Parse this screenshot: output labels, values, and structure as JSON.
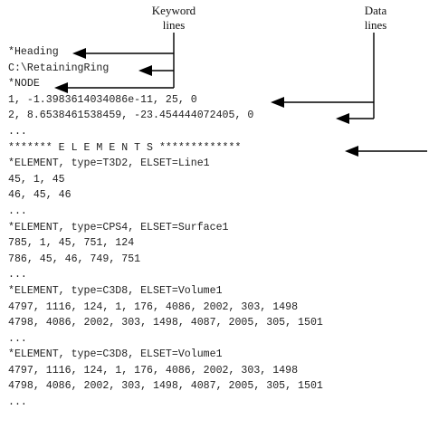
{
  "annotations": {
    "keyword_lines": [
      "Keyword",
      "lines"
    ],
    "data_lines": [
      "Data",
      "lines"
    ]
  },
  "code_lines": [
    "*Heading",
    "C:\\RetainingRing",
    "*NODE",
    "1, -1.3983614034086e-11, 25, 0",
    "2, 8.6538461538459, -23.454444072405, 0",
    "...",
    "******* E L E M E N T S *************",
    "*ELEMENT, type=T3D2, ELSET=Line1",
    "45, 1, 45",
    "46, 45, 46",
    "...",
    "*ELEMENT, type=CPS4, ELSET=Surface1",
    "785, 1, 45, 751, 124",
    "786, 45, 46, 749, 751",
    "...",
    "*ELEMENT, type=C3D8, ELSET=Volume1",
    "4797, 1116, 124, 1, 176, 4086, 2002, 303, 1498",
    "4798, 4086, 2002, 303, 1498, 4087, 2005, 305, 1501",
    "...",
    "*ELEMENT, type=C3D8, ELSET=Volume1",
    "4797, 1116, 124, 1, 176, 4086, 2002, 303, 1498",
    "4798, 4086, 2002, 303, 1498, 4087, 2005, 305, 1501",
    "..."
  ],
  "colors": {
    "text": "#222222",
    "arrow": "#000000",
    "background": "#ffffff"
  }
}
